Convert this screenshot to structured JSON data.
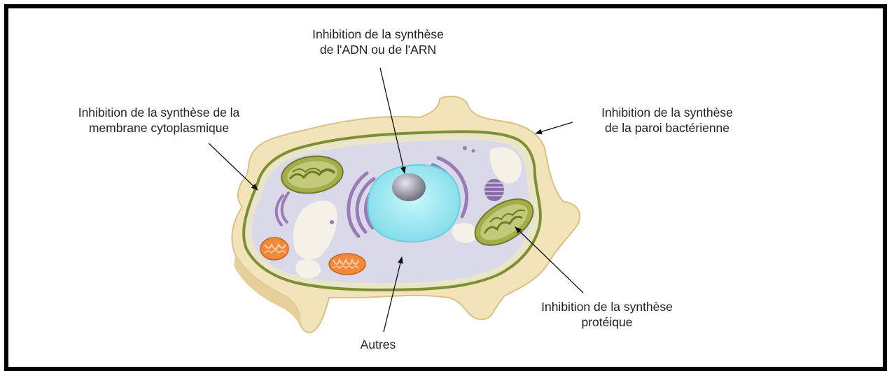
{
  "labels": {
    "nucleic_acid": [
      "Inhibition de la synthèse",
      "de l'ADN ou de l'ARN"
    ],
    "membrane": [
      "Inhibition de la synthèse de la",
      "membrane cytoplasmique"
    ],
    "cell_wall": [
      "Inhibition de la synthèse",
      "de la paroi bactérienne"
    ],
    "protein": [
      "Inhibition de la synthèse",
      "protéique"
    ],
    "other": "Autres"
  },
  "colors": {
    "wall": "#f3e3b8",
    "wall_edge": "#d9c08a",
    "membrane": "#8c9e3e",
    "cytoplasm": "#d9d9ea",
    "nucleus": "#8fe8f2",
    "nucleolus": "#9a9aa6",
    "golgi": "#9b7bb6",
    "mitochondrion_orange": "#f08a3a",
    "chloroplast": "#8f9a3a"
  }
}
